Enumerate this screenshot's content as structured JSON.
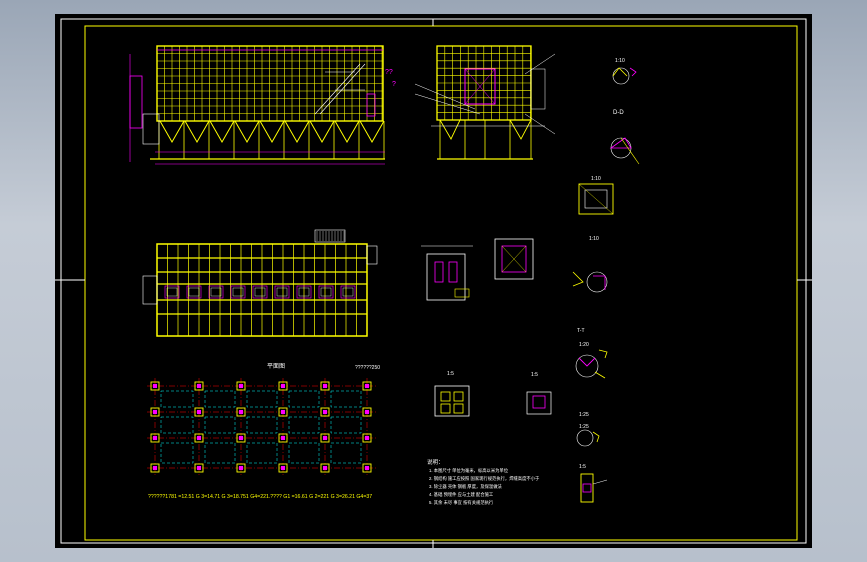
{
  "drawing": {
    "elevation_tags": {
      "left": "??",
      "top_mid": "?"
    },
    "section_labels": {
      "s1": "1:10",
      "s2": "D-D",
      "s3": "1:10",
      "s4": "1:10",
      "s5": "T-T",
      "s6": "1:20",
      "s7": "1:25",
      "s8": "1:25"
    },
    "plan_title": "平面图",
    "column_note": "??????250",
    "small_tags": {
      "t1": "1:5",
      "t2": "1:5",
      "t3": "1:5"
    },
    "dimension_line": "??????1781  =12.51  G  3=14.71  G  3=18.751  G4=221.????  G1  =16.61  G  2=221  G  3=26.21  G4=37",
    "notes": {
      "title": "说明：",
      "lines": [
        "1. 本图尺寸 单位为毫米，标高以米为单位",
        "2. 钢结构 施工应按照 国家现行规范执行，焊缝高度不小于",
        "3. 除尘器 壳体 钢板 厚度，及保温做法",
        "4. 基础 预埋件 应与土建 配合施工",
        "5. 其余 未尽 事宜 按有关规范执行"
      ]
    },
    "colors": {
      "frame": "#ffff00",
      "structure": "#ffff00",
      "accent": "#ff00ff",
      "detail": "#ffffff",
      "grid": "#00ffff",
      "hidden": "#00ff00",
      "axis": "#ff0000"
    }
  }
}
